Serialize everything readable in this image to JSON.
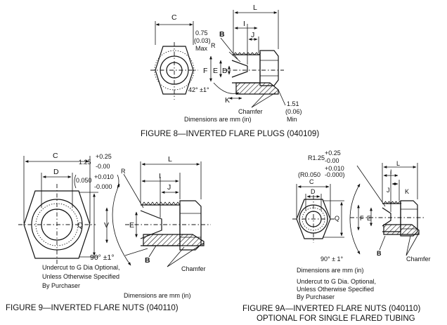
{
  "fig8": {
    "caption": "FIGURE 8—INVERTED FLARE PLUGS (040109)",
    "dims_note": "Dimensions are mm (in)",
    "labels": {
      "C": "C",
      "L": "L",
      "I": "I",
      "J": "J",
      "B": "B",
      "R": "R",
      "F": "F",
      "E": "E",
      "D": "D",
      "K": "K"
    },
    "max_val": "0.75",
    "max_in": "(0.03)",
    "max_word": "Max",
    "angle": "42° ±1°",
    "chamfer": "Chamfer",
    "min_val": "1.51",
    "min_in": "(0.06)",
    "min_word": "Min"
  },
  "fig9": {
    "caption": "FIGURE 9—INVERTED FLARE NUTS (040110)",
    "dims_note": "Dimensions are mm (in)",
    "labels": {
      "C": "C",
      "D": "D",
      "L": "L",
      "I": "I",
      "J": "J",
      "R": "R",
      "Q": "Q",
      "V": "V",
      "E": "E",
      "B": "B"
    },
    "tol_mm_nom": "1.25",
    "tol_mm_plus": "+0.25",
    "tol_mm_minus": "-0.00",
    "tol_in_nom": "0.050",
    "tol_in_plus": "+0.010",
    "tol_in_minus": "-0.000",
    "angle": "90° ±1°",
    "chamfer": "Chamfer",
    "note_line1": "Undercut to G Dia Optional,",
    "note_line2": "Unless Otherwise Specified",
    "note_line3": "By Purchaser"
  },
  "fig9a": {
    "caption_line1": "FIGURE 9A—INVERTED FLARE NUTS (040110)",
    "caption_line2": "OPTIONAL FOR SINGLE FLARED TUBING",
    "dims_note": "Dimensions are mm (in)",
    "labels": {
      "C": "C",
      "D": "D",
      "L": "L",
      "I": "I",
      "J": "J",
      "K": "K",
      "Q": "Q",
      "F": "F",
      "E": "E",
      "B": "B"
    },
    "r_mm": "R1.25",
    "r_mm_plus": "+0.25",
    "r_mm_minus": "-0.00",
    "r_in": "(R0.050",
    "r_in_plus": "+0.010",
    "r_in_minus": "-0.000)",
    "angle": "90° ± 1°",
    "chamfer": "Chamfer",
    "note_line1": "Undercut to G Dia. Optional,",
    "note_line2": "Unless Otherwise Specified",
    "note_line3": "By Purchaser"
  }
}
